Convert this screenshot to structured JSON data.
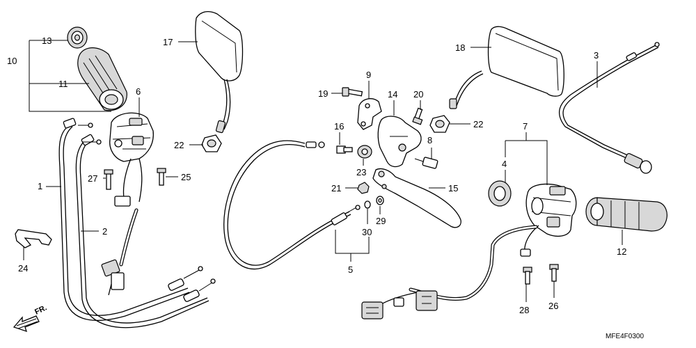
{
  "diagram": {
    "part_labels": [
      {
        "id": "p1",
        "text": "1"
      },
      {
        "id": "p2",
        "text": "2"
      },
      {
        "id": "p3",
        "text": "3"
      },
      {
        "id": "p4",
        "text": "4"
      },
      {
        "id": "p5",
        "text": "5"
      },
      {
        "id": "p6",
        "text": "6"
      },
      {
        "id": "p7",
        "text": "7"
      },
      {
        "id": "p8",
        "text": "8"
      },
      {
        "id": "p9",
        "text": "9"
      },
      {
        "id": "p10",
        "text": "10"
      },
      {
        "id": "p11",
        "text": "11"
      },
      {
        "id": "p12",
        "text": "12"
      },
      {
        "id": "p13",
        "text": "13"
      },
      {
        "id": "p14",
        "text": "14"
      },
      {
        "id": "p15",
        "text": "15"
      },
      {
        "id": "p16",
        "text": "16"
      },
      {
        "id": "p17",
        "text": "17"
      },
      {
        "id": "p18",
        "text": "18"
      },
      {
        "id": "p19",
        "text": "19"
      },
      {
        "id": "p20",
        "text": "20"
      },
      {
        "id": "p21",
        "text": "21"
      },
      {
        "id": "p22a",
        "text": "22"
      },
      {
        "id": "p22b",
        "text": "22"
      },
      {
        "id": "p23",
        "text": "23"
      },
      {
        "id": "p24",
        "text": "24"
      },
      {
        "id": "p25",
        "text": "25"
      },
      {
        "id": "p26",
        "text": "26"
      },
      {
        "id": "p27",
        "text": "27"
      },
      {
        "id": "p28",
        "text": "28"
      },
      {
        "id": "p29",
        "text": "29"
      },
      {
        "id": "p30",
        "text": "30"
      }
    ],
    "front_indicator": "FR.",
    "diagram_code": "MFE4F0300"
  }
}
